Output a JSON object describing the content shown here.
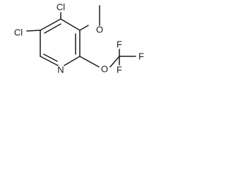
{
  "molecule": {
    "atoms": {
      "cl1": "Cl",
      "cl2": "Cl",
      "o_methoxy": "O",
      "n_ring": "N",
      "o_ether": "O",
      "f1": "F",
      "f2": "F",
      "f3": "F"
    }
  }
}
